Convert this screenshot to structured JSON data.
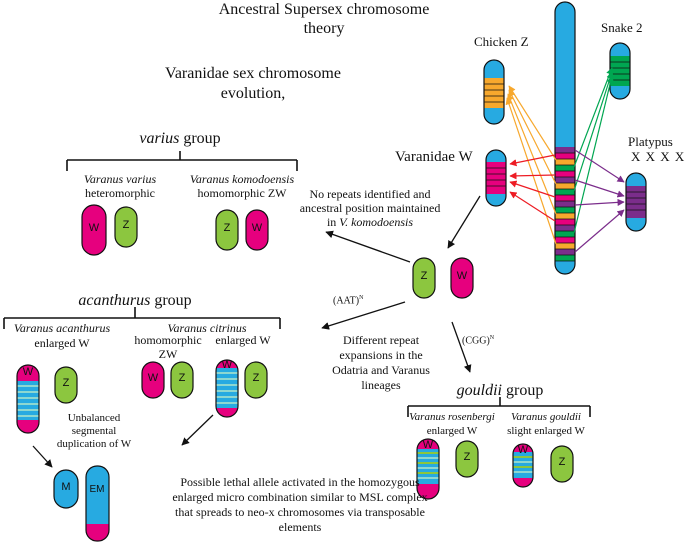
{
  "title_line1": "Ancestral Supersex chromosome",
  "title_line2": "theory",
  "subtitle_line1": "Varanidae sex chromosome",
  "subtitle_line2": "evolution,",
  "species_right": {
    "chicken": "Chicken Z",
    "snake": "Snake 2",
    "platypus": "Platypus",
    "platypus_x": "X X X X",
    "varanidae": "Varanidae W"
  },
  "varius_group": {
    "title_italic": "varius",
    "title_suffix": " group",
    "sp1_name": "Varanus varius",
    "sp1_desc": "heteromorphic",
    "sp2_name": "Varanus komodoensis",
    "sp2_desc": "homomorphic ZW"
  },
  "no_repeats_note": {
    "line1": "No repeats identified and",
    "line2": "ancestral position maintained",
    "line3_prefix": "in ",
    "line3_italic": "V. komodoensis"
  },
  "acanthurus_group": {
    "title_italic": "acanthurus",
    "title_suffix": " group",
    "sp1_name": "Varanus acanthurus",
    "sp1_desc": "enlarged W",
    "sp2_name": "Varanus citrinus",
    "sp2_desc1": "homomorphic",
    "sp2_desc2": "enlarged W",
    "sp2_desc3": "ZW"
  },
  "gouldii_group": {
    "title_italic": "gouldii",
    "title_suffix": " group",
    "sp1_name": "Varanus rosenbergi",
    "sp1_desc": "enlarged W",
    "sp2_name": "Varanus gouldii",
    "sp2_desc": "slight enlarged W"
  },
  "repeat_left": "(AAT)",
  "repeat_right": "(CGG)",
  "repeat_sup": "N",
  "expansion_note": {
    "line1": "Different repeat",
    "line2": "expansions in the",
    "line3": "Odatria and Varanus",
    "line4": "lineages"
  },
  "unbalanced_note": {
    "line1": "Unbalanced",
    "line2": "segmental",
    "line3": "duplication of W"
  },
  "lethal_note": {
    "line1": "Possible lethal allele activated in the homozygous",
    "line2": "enlarged micro combination similar to MSL complex",
    "line3": "that spreads to neo-x chromosomes via transposable",
    "line4": "elements"
  },
  "chrom_labels": {
    "w": "W",
    "z": "Z",
    "m": "M",
    "em": "EM"
  },
  "colors": {
    "w_magenta": "#e6007e",
    "z_green": "#8cc63f",
    "blue": "#27aae1",
    "orange": "#f7a82d",
    "dark_green": "#00a651",
    "purple": "#7b2d8b",
    "red": "#ed1c24",
    "teal_band": "#8dd7d0"
  }
}
